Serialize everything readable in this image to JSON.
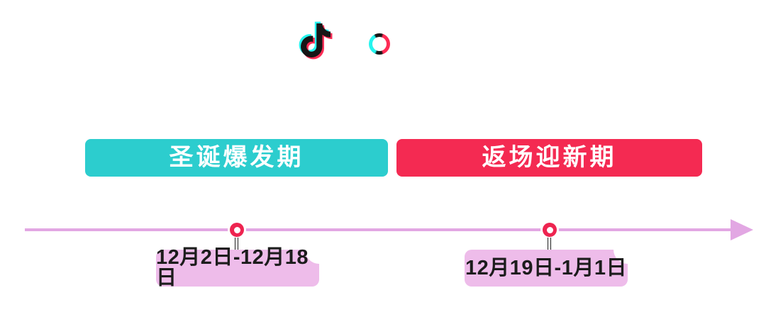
{
  "logo": {
    "brand": "TikTok",
    "icons": [
      "tiktok-note-icon",
      "tiktok-o-icon"
    ],
    "colors": {
      "cyan": "#25F4EE",
      "red": "#FE2C55",
      "black": "#161616"
    }
  },
  "phases": [
    {
      "label": "圣诞爆发期",
      "bar_color": "#2CCDCE",
      "text_color": "#FFFFFF",
      "date_range": "12月2日-12月18日"
    },
    {
      "label": "返场迎新期",
      "bar_color": "#F42A52",
      "text_color": "#FFFFFF",
      "date_range": "12月19日-1月1日"
    }
  ],
  "timeline": {
    "line_color": "#E2A7E3",
    "arrow_color": "#E2A7E3",
    "marker_color": "#EE2450",
    "marker_center_color": "#FFFFFF",
    "date_label_bg": "#EEBCEA",
    "date_label_text_color": "#1C1C1C",
    "marker_count": 2
  }
}
